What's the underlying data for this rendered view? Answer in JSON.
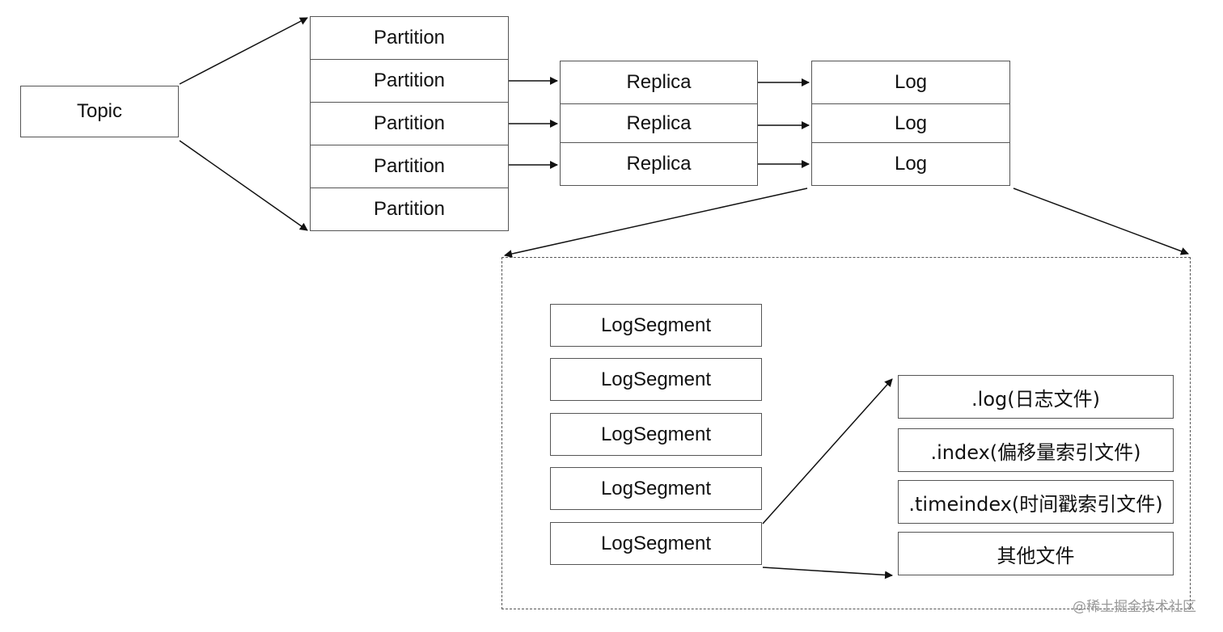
{
  "topic": "Topic",
  "partitions": [
    "Partition",
    "Partition",
    "Partition",
    "Partition",
    "Partition"
  ],
  "replicas": [
    "Replica",
    "Replica",
    "Replica"
  ],
  "logs": [
    "Log",
    "Log",
    "Log"
  ],
  "log_segments": [
    "LogSegment",
    "LogSegment",
    "LogSegment",
    "LogSegment",
    "LogSegment"
  ],
  "segment_files": [
    ".log(日志文件)",
    ".index(偏移量索引文件)",
    ".timeindex(时间戳索引文件)",
    "其他文件"
  ],
  "watermark": "@稀土掘金技术社区",
  "colors": {
    "line": "#111111",
    "border": "#555555",
    "watermark": "#999999"
  }
}
